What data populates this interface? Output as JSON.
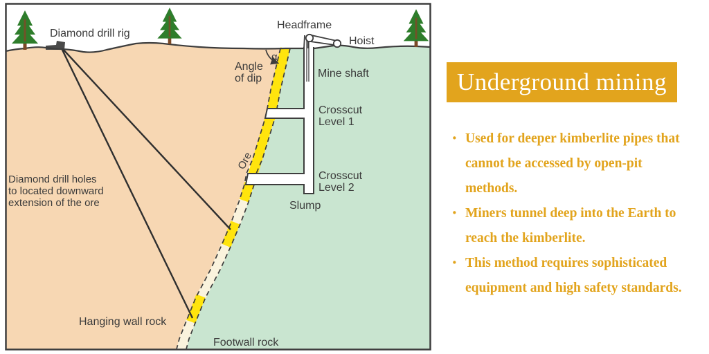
{
  "diagram": {
    "labels": {
      "diamond_drill_rig": "Diamond drill rig",
      "headframe": "Headframe",
      "hoist": "Hoist",
      "angle_of_dip": [
        "Angle",
        "of dip"
      ],
      "alpha": "α",
      "mine_shaft": "Mine shaft",
      "crosscut_level_1": [
        "Crosscut",
        "Level 1"
      ],
      "crosscut_level_2": [
        "Crosscut",
        "Level 2"
      ],
      "ore": "Ore",
      "slump": "Slump",
      "drill_holes_note": [
        "Diamond drill holes",
        "to located downward",
        "extension of the ore"
      ],
      "hanging_wall_rock": "Hanging wall rock",
      "footwall_rock": "Footwall rock"
    },
    "colors": {
      "hanging_wall_fill": "#f7d7b3",
      "footwall_fill": "#c9e5d0",
      "ore_yellow": "#ffe40d",
      "ore_mined_cream": "#faf3dd",
      "outline_dark": "#3d3d3d",
      "tree_green": "#2e7d2b",
      "tree_trunk": "#7c4a28",
      "tunnel_white": "#ffffff"
    }
  },
  "panel": {
    "title": "Underground mining",
    "title_bg": "#e2a41d",
    "title_color": "#ffffff",
    "bullet_color": "#e2a41d",
    "bullets": [
      {
        "lines": [
          "Used for deeper kimberlite pipes that",
          "cannot be accessed by open-pit",
          "methods."
        ]
      },
      {
        "lines": [
          "Miners tunnel deep into the Earth to",
          "reach the kimberlite."
        ]
      },
      {
        "lines": [
          "This method requires sophisticated",
          "equipment and high safety standards."
        ]
      }
    ]
  }
}
